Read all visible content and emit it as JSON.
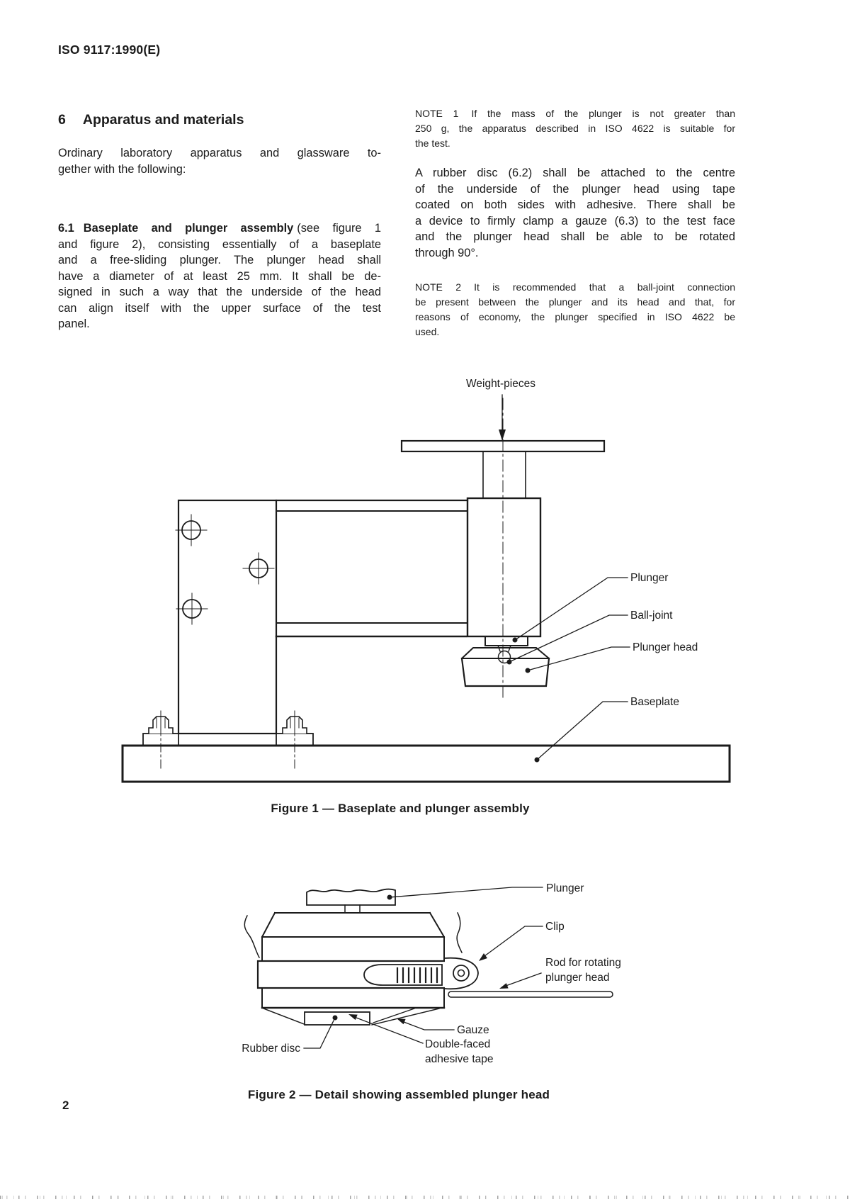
{
  "colors": {
    "ink": "#1b1b1b",
    "paper": "#ffffff"
  },
  "header": {
    "doc_ref": "ISO 9117:1990(E)",
    "page_number": "2"
  },
  "section": {
    "number": "6",
    "title": "Apparatus and materials"
  },
  "left_column": {
    "intro_lines": [
      "Ordinary laboratory apparatus and glassware to-",
      "gether with the following:"
    ],
    "clause_6_1": {
      "number": "6.1",
      "bold_title": "Baseplate and plunger assembly",
      "lead_rest": "(see figure 1",
      "lines": [
        "and figure 2), consisting essentially of a baseplate",
        "and a free-sliding plunger. The plunger head shall",
        "have a diameter of at least 25 mm. It shall be de-",
        "signed in such a way that the underside of the head",
        "can align itself with the upper surface of the test",
        "panel."
      ]
    }
  },
  "right_column": {
    "note1": {
      "label": "NOTE 1",
      "first_line": "If the mass of the plunger is not greater than",
      "lines": [
        "250 g, the apparatus described in ISO 4622 is suitable for",
        "the test."
      ]
    },
    "para": {
      "lines": [
        "A rubber disc (6.2) shall be attached to the centre",
        "of the underside of the plunger head using tape",
        "coated on both sides with adhesive. There shall be",
        "a device to firmly clamp a gauze (6.3) to the test face",
        "and the plunger head shall be able to be rotated",
        "through 90°."
      ]
    },
    "note2": {
      "label": "NOTE 2",
      "first_line": "It is recommended that a ball-joint connection",
      "lines": [
        "be present between the plunger and its head and that, for",
        "reasons of economy, the plunger specified in ISO 4622 be",
        "used."
      ]
    }
  },
  "figure1": {
    "labels": {
      "weight_pieces": "Weight-pieces",
      "plunger": "Plunger",
      "ball_joint": "Ball-joint",
      "plunger_head": "Plunger head",
      "baseplate": "Baseplate"
    },
    "caption": "Figure 1 — Baseplate and plunger assembly"
  },
  "figure2": {
    "labels": {
      "plunger": "Plunger",
      "clip": "Clip",
      "rod_line1": "Rod for rotating",
      "rod_line2": "plunger head",
      "gauze": "Gauze",
      "tape_line1": "Double-faced",
      "tape_line2": "adhesive tape",
      "rubber_disc": "Rubber disc"
    },
    "caption": "Figure 2 — Detail showing assembled plunger head"
  }
}
